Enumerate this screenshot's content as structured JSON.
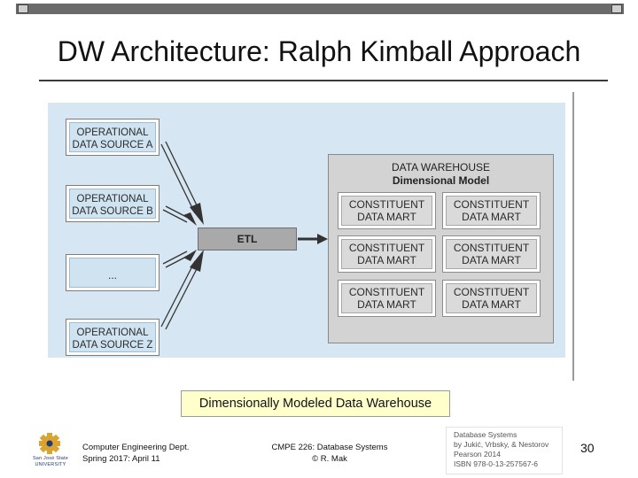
{
  "slide": {
    "title": "DW Architecture: Ralph Kimball Approach",
    "caption": "Dimensionally Modeled Data Warehouse",
    "page_number": "30"
  },
  "diagram": {
    "sources": [
      {
        "line1": "OPERATIONAL",
        "line2": "DATA SOURCE A"
      },
      {
        "line1": "OPERATIONAL",
        "line2": "DATA SOURCE B"
      },
      {
        "line1": "...",
        "line2": ""
      },
      {
        "line1": "OPERATIONAL",
        "line2": "DATA SOURCE Z"
      }
    ],
    "etl_label": "ETL",
    "warehouse_title": "DATA WAREHOUSE",
    "warehouse_subtitle": "Dimensional Model",
    "marts": [
      {
        "line1": "CONSTITUENT",
        "line2": "DATA MART"
      },
      {
        "line1": "CONSTITUENT",
        "line2": "DATA MART"
      },
      {
        "line1": "CONSTITUENT",
        "line2": "DATA MART"
      },
      {
        "line1": "CONSTITUENT",
        "line2": "DATA MART"
      },
      {
        "line1": "CONSTITUENT",
        "line2": "DATA MART"
      },
      {
        "line1": "CONSTITUENT",
        "line2": "DATA MART"
      }
    ]
  },
  "footer": {
    "logo_text_1": "San José State",
    "logo_text_2": "UNIVERSITY",
    "dept_line1": "Computer Engineering Dept.",
    "dept_line2": "Spring 2017: April 11",
    "course_line1": "CMPE 226: Database Systems",
    "course_line2": "© R. Mak",
    "ref_line1": "Database Systems",
    "ref_line2": "by Jukić, Vrbsky, & Nestorov",
    "ref_line3": "Pearson 2014",
    "ref_line4": "ISBN 978-0-13-257567-6"
  },
  "colors": {
    "panel": "#d6e6f2",
    "source_box": "#cfe3f1",
    "etl_box": "#a9a9a9",
    "warehouse": "#d3d3d3",
    "caption_bg": "#ffffcc"
  }
}
